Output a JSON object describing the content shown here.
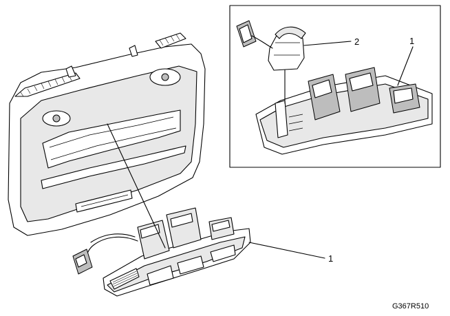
{
  "figure_id": "G367R510",
  "callouts": {
    "c1_main": "1",
    "c1_inset": "1",
    "c2_inset": "2"
  }
}
